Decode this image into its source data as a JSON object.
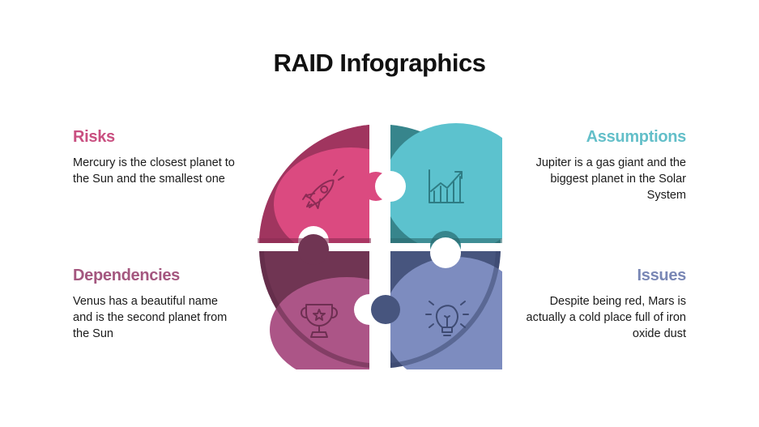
{
  "title": "RAID Infographics",
  "colors": {
    "risks": "#c94f80",
    "dependencies": "#a4577f",
    "assumptions": "#63bfc9",
    "issues": "#7987b5",
    "risks_dark": "#a0355f",
    "risks_light": "#db4a80",
    "assumptions_dark": "#37858c",
    "assumptions_light": "#5cc2ce",
    "dependencies_dark": "#703553",
    "dependencies_light": "#ac5587",
    "issues_dark": "#47557e",
    "issues_light": "#7d8cbf"
  },
  "sections": {
    "risks": {
      "title": "Risks",
      "text": "Mercury is the closest planet to the Sun and the smallest one",
      "icon": "rocket-icon"
    },
    "dependencies": {
      "title": "Dependencies",
      "text": "Venus has a beautiful name and is the second planet from the Sun",
      "icon": "trophy-icon"
    },
    "assumptions": {
      "title": "Assumptions",
      "text": "Jupiter is a gas giant and the biggest planet in the Solar System",
      "icon": "growth-chart-icon"
    },
    "issues": {
      "title": "Issues",
      "text": "Despite being red, Mars is actually a cold place full of iron oxide dust",
      "icon": "lightbulb-icon"
    }
  }
}
